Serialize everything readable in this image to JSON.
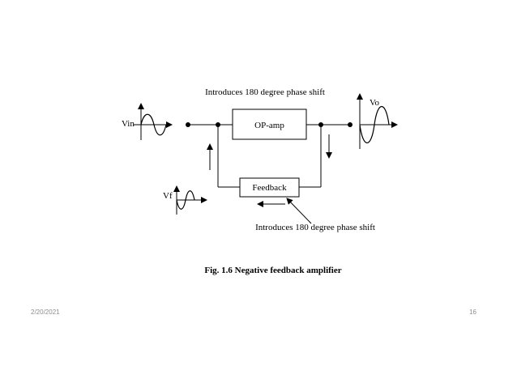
{
  "diagram": {
    "top_annotation": "Introduces 180 degree phase shift",
    "bottom_annotation": "Introduces 180 degree phase shift",
    "opamp_label": "OP-amp",
    "feedback_label": "Feedback",
    "vin_label": "Vin",
    "vo_label": "Vo",
    "vf_label": "Vf"
  },
  "caption": "Fig. 1.6 Negative feedback amplifier",
  "footer": {
    "date": "2/20/2021",
    "page": "16"
  }
}
